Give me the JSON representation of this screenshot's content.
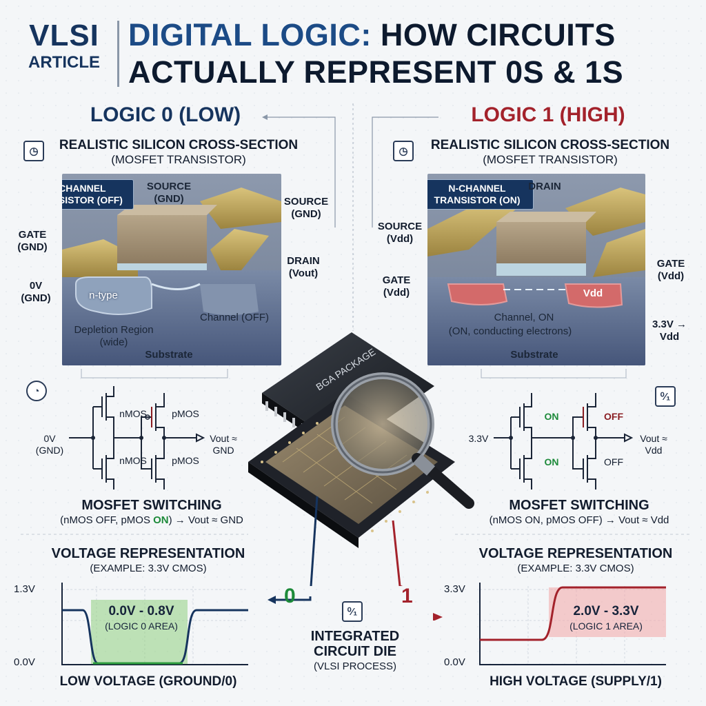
{
  "header": {
    "tag_line1": "VLSI",
    "tag_line2": "ARTICLE",
    "title_line1_accent": "DIGITAL LOGIC:",
    "title_line1_rest": " HOW CIRCUITS",
    "title_line2": "ACTUALLY REPRESENT 0S & 1S"
  },
  "colors": {
    "low": "#16345e",
    "high": "#a3222b",
    "on": "#1d8a3a",
    "low_band": "#8fd07f",
    "high_band": "#f2a5a5"
  },
  "left": {
    "heading": "LOGIC 0 (LOW)",
    "cross_title": "REALISTIC SILICON CROSS-SECTION",
    "cross_sub": "(MOSFET TRANSISTOR)",
    "callout": "N-CHANNEL TRANSISTOR (OFF)",
    "source_top": "SOURCE (GND)",
    "source_right": "SOURCE (GND)",
    "gate": "GATE (GND)",
    "drain": "DRAIN (Vout)",
    "zero_v": "0V (GND)",
    "ntype": "n-type",
    "channel": "Channel (OFF)",
    "depletion": "Depletion Region (wide)",
    "substrate": "Substrate",
    "circuit": {
      "nmos_top": "nMOS",
      "nmos_bottom": "nMOS",
      "pmos_top": "pMOS",
      "pmos_bottom": "pMOS",
      "input": "0V (GND)",
      "output": "Vout ≈ GND"
    },
    "switch_title": "MOSFET SWITCHING",
    "switch_sub_pre": "(nMOS OFF, pMOS ",
    "switch_sub_on": "ON",
    "switch_sub_post": ") → Vout ≈ GND",
    "volt_title": "VOLTAGE REPRESENTATION",
    "volt_sub": "(EXAMPLE: 3.3V CMOS)",
    "band_label": "0.0V - 0.8V",
    "band_sub": "(LOGIC 0 AREA)",
    "bottom": "LOW VOLTAGE (GROUND/0)"
  },
  "right": {
    "heading": "LOGIC 1 (HIGH)",
    "cross_title": "REALISTIC SILICON CROSS-SECTION",
    "cross_sub": "(MOSFET TRANSISTOR)",
    "callout": "N-CHANNEL TRANSISTOR (ON)",
    "drain_top": "DRAIN",
    "source": "SOURCE (Vdd)",
    "gate_left": "GATE (Vdd)",
    "gate_right": "GATE (Vdd)",
    "vdd": "Vdd",
    "channel": "Channel, ON",
    "channel_sub": "(ON, conducting electrons)",
    "substrate": "Substrate",
    "supply": "3.3V → Vdd",
    "circuit": {
      "n_top": "ON",
      "n_bottom": "ON",
      "p_top": "OFF",
      "p_bottom": "OFF",
      "input": "3.3V",
      "output": "Vout ≈ Vdd"
    },
    "switch_title": "MOSFET SWITCHING",
    "switch_sub": "(nMOS ON, pMOS OFF) → Vout ≈ Vdd",
    "volt_title": "VOLTAGE REPRESENTATION",
    "volt_sub": "(EXAMPLE: 3.3V CMOS)",
    "band_label": "2.0V - 3.3V",
    "band_sub": "(LOGIC 1 AREA)",
    "bottom": "HIGH VOLTAGE (SUPPLY/1)"
  },
  "center": {
    "package_label": "BGA PACKAGE",
    "zero": "0",
    "one": "1",
    "die_title": "INTEGRATED CIRCUIT DIE",
    "die_sub": "(VLSI PROCESS)",
    "icon": "0/1"
  },
  "chart_data": [
    {
      "type": "line",
      "title": "VOLTAGE REPRESENTATION",
      "subtitle": "(EXAMPLE: 3.3V CMOS)",
      "xlabel": "LOW VOLTAGE (GROUND/0)",
      "ylabel": "",
      "y_ticks": [
        "1.3V",
        "0.0V"
      ],
      "series": [
        {
          "shape": "high-low-high",
          "levels": [
            "high",
            "low",
            "high"
          ]
        }
      ],
      "band": {
        "label": "0.0V - 0.8V",
        "sub": "(LOGIC 0 AREA)"
      },
      "grid": true
    },
    {
      "type": "line",
      "title": "VOLTAGE REPRESENTATION",
      "subtitle": "(EXAMPLE: 3.3V CMOS)",
      "xlabel": "HIGH VOLTAGE (SUPPLY/1)",
      "ylabel": "",
      "y_ticks": [
        "3.3V",
        "0.0V"
      ],
      "series": [
        {
          "shape": "low-to-high",
          "levels": [
            "low",
            "high"
          ]
        }
      ],
      "band": {
        "label": "2.0V - 3.3V",
        "sub": "(LOGIC 1 AREA)"
      },
      "grid": true
    }
  ]
}
